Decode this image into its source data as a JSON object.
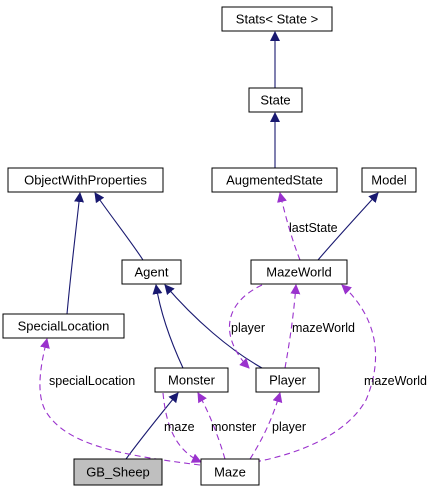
{
  "diagram": {
    "colors": {
      "node_fill": "#ffffff",
      "highlight_fill": "#bfbfbf",
      "node_border": "#000000",
      "inheritance_edge": "#191970",
      "usage_edge": "#9a32cd"
    },
    "nodes": [
      {
        "id": "stats",
        "label": "Stats< State >",
        "highlighted": false
      },
      {
        "id": "state",
        "label": "State",
        "highlighted": false
      },
      {
        "id": "owp",
        "label": "ObjectWithProperties",
        "highlighted": false
      },
      {
        "id": "augstate",
        "label": "AugmentedState",
        "highlighted": false
      },
      {
        "id": "model",
        "label": "Model",
        "highlighted": false
      },
      {
        "id": "agent",
        "label": "Agent",
        "highlighted": false
      },
      {
        "id": "mazeworld",
        "label": "MazeWorld",
        "highlighted": false
      },
      {
        "id": "specloc",
        "label": "SpecialLocation",
        "highlighted": false
      },
      {
        "id": "monster",
        "label": "Monster",
        "highlighted": false
      },
      {
        "id": "player",
        "label": "Player",
        "highlighted": false
      },
      {
        "id": "sheep",
        "label": "GB_Sheep",
        "highlighted": true
      },
      {
        "id": "maze",
        "label": "Maze",
        "highlighted": false
      }
    ],
    "edges": [
      {
        "id": "e-state-stats",
        "kind": "inheritance",
        "from": "state",
        "to": "stats",
        "label": ""
      },
      {
        "id": "e-aug-state",
        "kind": "inheritance",
        "from": "augstate",
        "to": "state",
        "label": ""
      },
      {
        "id": "e-agent-owp",
        "kind": "inheritance",
        "from": "agent",
        "to": "owp",
        "label": ""
      },
      {
        "id": "e-spec-owp",
        "kind": "inheritance",
        "from": "specloc",
        "to": "owp",
        "label": ""
      },
      {
        "id": "e-mw-model",
        "kind": "inheritance",
        "from": "mazeworld",
        "to": "model",
        "label": ""
      },
      {
        "id": "e-monster-agent",
        "kind": "inheritance",
        "from": "monster",
        "to": "agent",
        "label": ""
      },
      {
        "id": "e-player-agent",
        "kind": "inheritance",
        "from": "player",
        "to": "agent",
        "label": ""
      },
      {
        "id": "e-sheep-monster",
        "kind": "inheritance",
        "from": "sheep",
        "to": "monster",
        "label": ""
      },
      {
        "id": "e-mw-aug",
        "kind": "usage",
        "from": "mazeworld",
        "to": "augstate",
        "label": "lastState"
      },
      {
        "id": "e-mw-player",
        "kind": "usage",
        "from": "mazeworld",
        "to": "player",
        "label": "player"
      },
      {
        "id": "e-player-mw",
        "kind": "usage",
        "from": "player",
        "to": "mazeworld",
        "label": "mazeWorld"
      },
      {
        "id": "e-maze-mw",
        "kind": "usage",
        "from": "maze",
        "to": "mazeworld",
        "label": "mazeWorld"
      },
      {
        "id": "e-maze-spec",
        "kind": "usage",
        "from": "maze",
        "to": "specloc",
        "label": "specialLocation"
      },
      {
        "id": "e-monster-maze",
        "kind": "usage",
        "from": "monster",
        "to": "maze",
        "label": "maze"
      },
      {
        "id": "e-maze-monster",
        "kind": "usage",
        "from": "maze",
        "to": "monster",
        "label": "monster"
      },
      {
        "id": "e-maze-player",
        "kind": "usage",
        "from": "maze",
        "to": "player",
        "label": "player"
      }
    ]
  }
}
